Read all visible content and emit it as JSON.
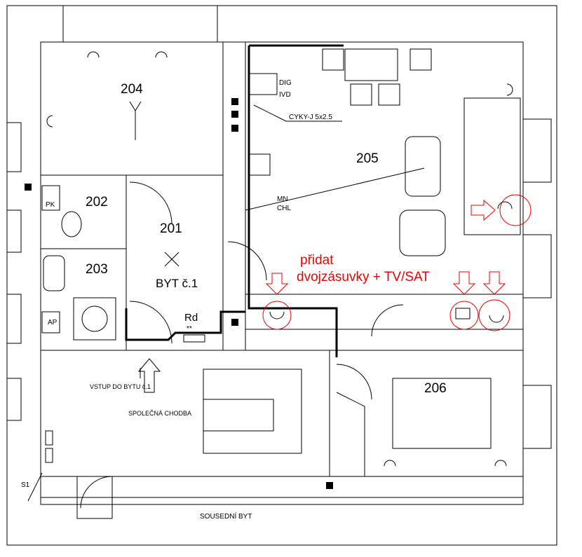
{
  "rooms": {
    "r204": "204",
    "r205": "205",
    "r202": "202",
    "r201": "201",
    "r203": "203",
    "r206": "206"
  },
  "labels": {
    "byt": "BYT č.1",
    "rd": "Rd",
    "rd_mark": "**",
    "pk": "PK",
    "ap": "AP",
    "dig": "DIG",
    "ivd": "IVD",
    "cable": "CYKY-J  5x2.5",
    "mn": "MN",
    "chl": "CHL",
    "entry": "VSTUP DO BYTU č.1",
    "corridor": "SPOLEČNÁ CHODBA",
    "s1": "S1",
    "neighbor": "SOUSEDNÍ BYT"
  },
  "annotation": {
    "line1": "přidat",
    "line2": "dvojzásuvky + TV/SAT",
    "color": "#e00000"
  }
}
